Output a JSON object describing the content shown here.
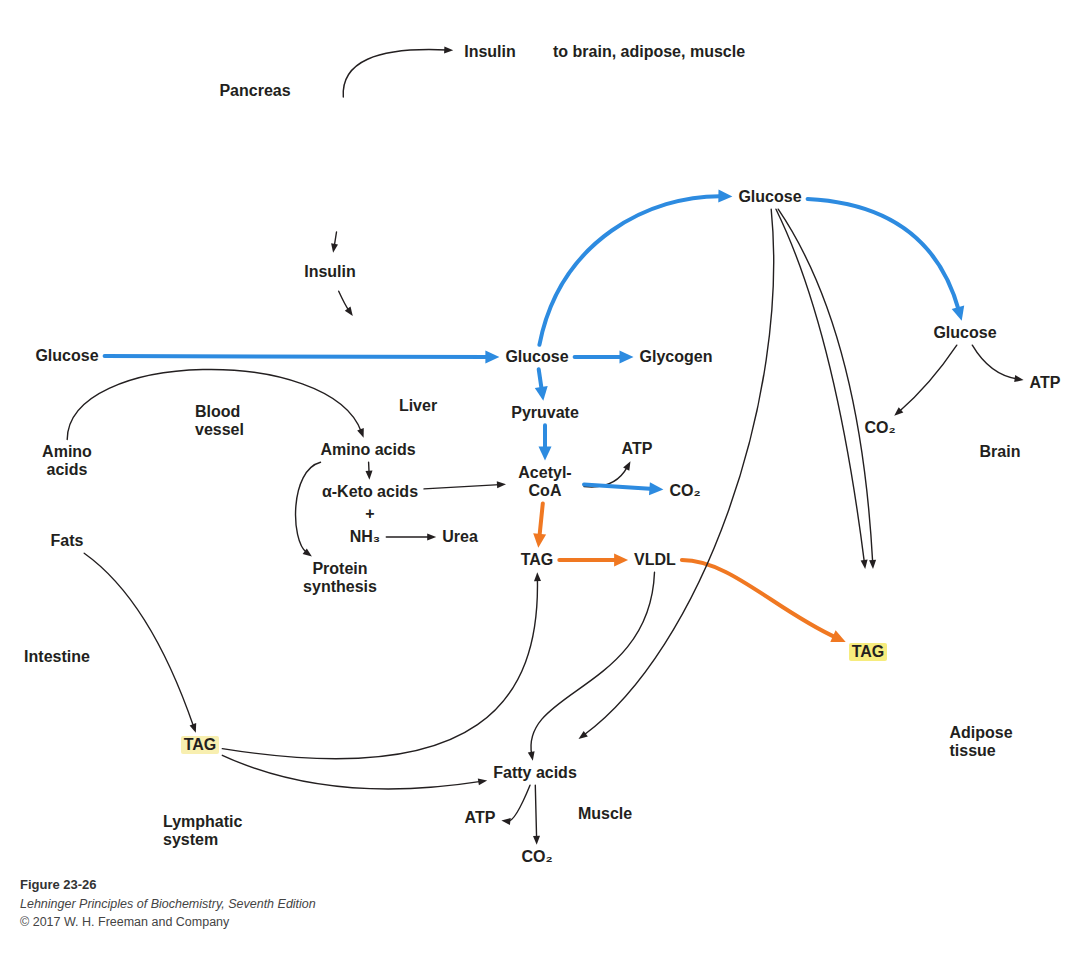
{
  "diagram": {
    "nodes": [
      {
        "text": [
          "Pancreas"
        ]
      },
      {
        "text": [
          "Insulin"
        ]
      },
      {
        "text": [
          "Insulin"
        ]
      },
      {
        "text": [
          "Intestine"
        ]
      },
      {
        "text": [
          "Glucose"
        ],
        "in": 3
      },
      {
        "text": [
          "Amino acids"
        ],
        "in": 3
      },
      {
        "text": [
          "Fats"
        ],
        "in": 3
      },
      {
        "text": [
          "Blood vessel"
        ]
      },
      {
        "text": [
          "Liver"
        ]
      },
      {
        "text": [
          "Glucose"
        ],
        "in": 8
      },
      {
        "text": [
          "Glycogen"
        ],
        "in": 8
      },
      {
        "text": [
          "Pyruvate"
        ],
        "in": 8
      },
      {
        "text": [
          "ATP"
        ],
        "in": 8
      },
      {
        "text": [
          "Acetyl- CoA"
        ],
        "in": 8
      },
      {
        "text": [
          "CO₂"
        ],
        "in": 8
      },
      {
        "text": [
          "Amino acids"
        ],
        "in": 8
      },
      {
        "text": [
          "α-Keto acids"
        ],
        "in": 8
      },
      {
        "text": [
          "NH₃"
        ],
        "in": 8
      },
      {
        "text": [
          "Urea"
        ],
        "in": 8
      },
      {
        "text": [
          "Protein synthesis"
        ],
        "in": 8
      },
      {
        "text": [
          "TAG"
        ],
        "in": 8
      },
      {
        "text": [
          "VLDL"
        ],
        "in": 8
      },
      {
        "text": [
          "Glucose"
        ]
      },
      {
        "text": [
          "Brain"
        ]
      },
      {
        "text": [
          "Glucose"
        ],
        "in": 23
      },
      {
        "text": [
          "ATP"
        ],
        "in": 23
      },
      {
        "text": [
          "CO₂"
        ]
      },
      {
        "text": [
          "Adipose tissue"
        ]
      },
      {
        "text": [
          "TAG"
        ],
        "in": 27
      },
      {
        "text": [
          "Lymphatic system"
        ]
      },
      {
        "text": [
          "TAG"
        ],
        "in": 29
      },
      {
        "text": [
          "Muscle"
        ]
      },
      {
        "text": [
          "Fatty acids"
        ],
        "in": 31
      },
      {
        "text": [
          "ATP"
        ],
        "in": 31
      },
      {
        "text": [
          "CO₂"
        ]
      }
    ],
    "edges": [
      {
        "from": 0,
        "to": 1,
        "arrow": "to"
      },
      {
        "from": 0,
        "to": 2,
        "arrow": "to"
      },
      {
        "from": 2,
        "to": 8,
        "arrow": "to"
      },
      {
        "from": 4,
        "to": 9,
        "arrow": "to"
      },
      {
        "from": 5,
        "to": 15,
        "arrow": "to"
      },
      {
        "from": 6,
        "to": 30,
        "arrow": "to"
      },
      {
        "from": 9,
        "to": 10,
        "arrow": "to"
      },
      {
        "from": 9,
        "to": 11,
        "arrow": "to"
      },
      {
        "from": 9,
        "to": 22,
        "arrow": "to"
      },
      {
        "from": 11,
        "to": 13,
        "arrow": "to"
      },
      {
        "from": 13,
        "to": 12,
        "arrow": "to"
      },
      {
        "from": 13,
        "to": 14,
        "arrow": "to"
      },
      {
        "from": 15,
        "to": 16,
        "arrow": "to"
      },
      {
        "from": 15,
        "to": 19,
        "arrow": "to"
      },
      {
        "from": 16,
        "to": 13,
        "arrow": "to"
      },
      {
        "from": 17,
        "to": 18,
        "arrow": "to"
      },
      {
        "from": 13,
        "to": 20,
        "arrow": "to"
      },
      {
        "from": 20,
        "to": 21,
        "arrow": "to"
      },
      {
        "from": 21,
        "to": 28,
        "arrow": "to"
      },
      {
        "from": 21,
        "to": 32,
        "arrow": "to"
      },
      {
        "from": 30,
        "to": 20,
        "arrow": "to"
      },
      {
        "from": 30,
        "to": 32,
        "arrow": "to"
      },
      {
        "from": 22,
        "to": 24,
        "arrow": "to"
      },
      {
        "from": 22,
        "to": 27,
        "arrow": "to"
      },
      {
        "from": 22,
        "to": 27,
        "arrow": "to"
      },
      {
        "from": 22,
        "to": 31,
        "arrow": "to"
      },
      {
        "from": 24,
        "to": 25,
        "arrow": "to"
      },
      {
        "from": 24,
        "to": 26,
        "arrow": "to"
      },
      {
        "from": 32,
        "to": 33,
        "arrow": "to"
      },
      {
        "from": 32,
        "to": 34,
        "arrow": "to"
      }
    ],
    "labels": [
      "to brain, adipose, muscle",
      "+",
      "Figure 23-26",
      "Lehninger Principles of Biochemistry, Seventh Edition",
      "© 2017 W. H. Freeman and Company"
    ]
  }
}
